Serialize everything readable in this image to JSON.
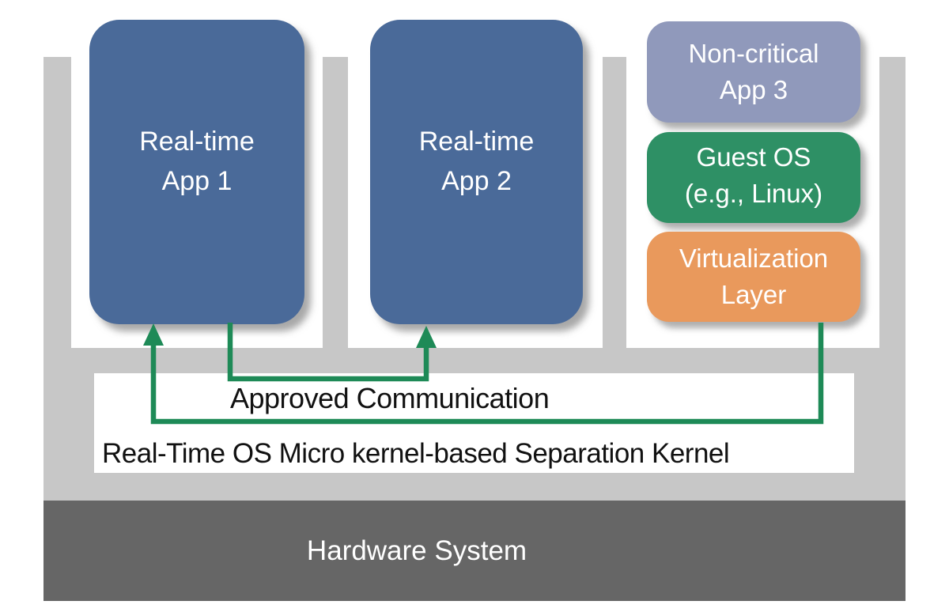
{
  "diagram": {
    "boxes": {
      "app1": {
        "line1": "Real-time",
        "line2": "App 1"
      },
      "app2": {
        "line1": "Real-time",
        "line2": "App 2"
      },
      "app3": {
        "line1": "Non-critical",
        "line2": "App 3"
      },
      "guest_os": {
        "line1": "Guest OS",
        "line2": "(e.g., Linux)"
      },
      "virtualization": {
        "line1": "Virtualization",
        "line2": "Layer"
      }
    },
    "kernel_band": {
      "approved_label": "Approved Communication",
      "kernel_label": "Real-Time OS Micro kernel-based Separation Kernel"
    },
    "hardware": {
      "label": "Hardware System"
    },
    "colors": {
      "app_blue": "#4a6a99",
      "noncritical_purple": "#9099bb",
      "guest_green": "#2e9065",
      "virtualization_orange": "#e9995c",
      "arrow_green": "#1e8a57",
      "frame_gray": "#c7c7c7",
      "hardware_gray": "#666666",
      "band_white": "#ffffff",
      "band_text_black": "#111111",
      "box_text_white": "#ffffff"
    }
  }
}
